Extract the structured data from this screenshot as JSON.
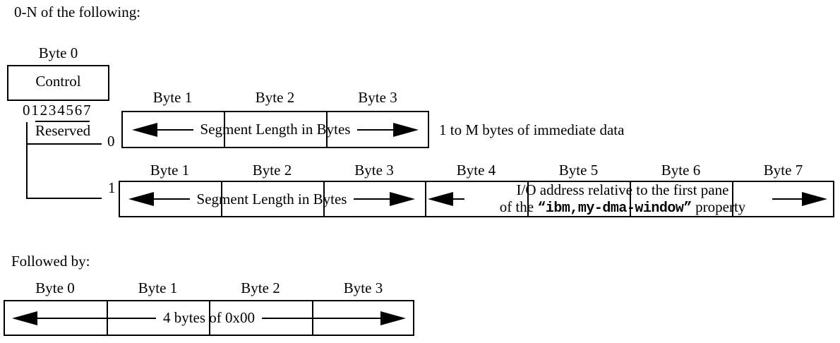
{
  "page": {
    "intro": "0-N of the following:",
    "followed_by": "Followed by:"
  },
  "colors": {
    "ink": "#000000",
    "background": "#ffffff"
  },
  "control": {
    "byte_label": "Byte 0",
    "label": "Control",
    "bit_numbers": "01234567",
    "reserved": "Reserved",
    "bit_values": {
      "zero": "0",
      "one": "1"
    }
  },
  "segment_row_immediate": {
    "byte_labels": [
      "Byte 1",
      "Byte 2",
      "Byte 3"
    ],
    "segment_label": "Segment Length in Bytes",
    "note": "1 to M bytes of immediate data"
  },
  "segment_row_indirect": {
    "byte_labels": [
      "Byte 1",
      "Byte 2",
      "Byte 3",
      "Byte 4",
      "Byte 5",
      "Byte 6",
      "Byte 7"
    ],
    "segment_label": "Segment Length in Bytes",
    "io_address_line1": "I/O address relative to the first pane",
    "io_address_prefix": "of the ",
    "io_address_property": "“ibm,my-dma-window”",
    "io_address_suffix": " property"
  },
  "terminator_row": {
    "byte_labels": [
      "Byte 0",
      "Byte 1",
      "Byte 2",
      "Byte 3"
    ],
    "content": "4 bytes of 0x00"
  }
}
